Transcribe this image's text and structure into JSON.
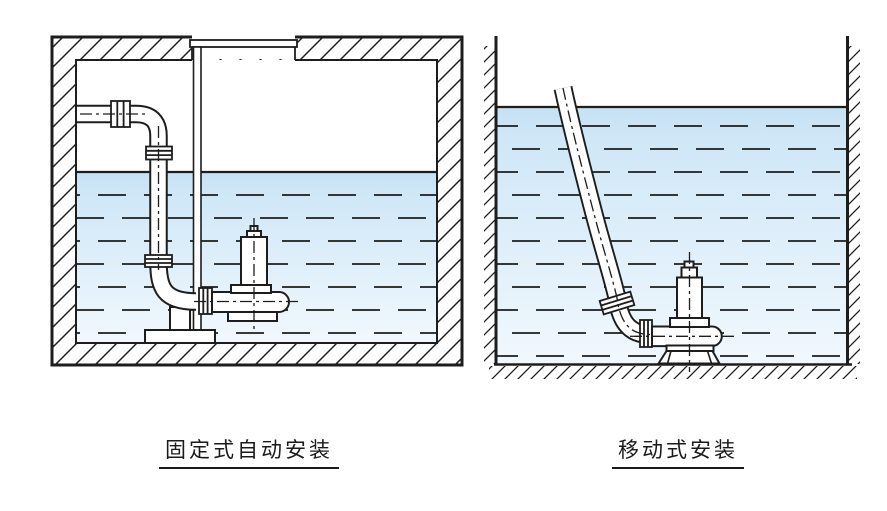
{
  "panels": [
    {
      "id": "fixed-automatic-installation",
      "caption": "固定式自动安装"
    },
    {
      "id": "mobile-installation",
      "caption": "移动式安装"
    }
  ],
  "colors": {
    "line": "#1d1d1d",
    "water_top": "#c8e3f5",
    "water_bottom": "#f1f8fd",
    "background": "#ffffff"
  }
}
